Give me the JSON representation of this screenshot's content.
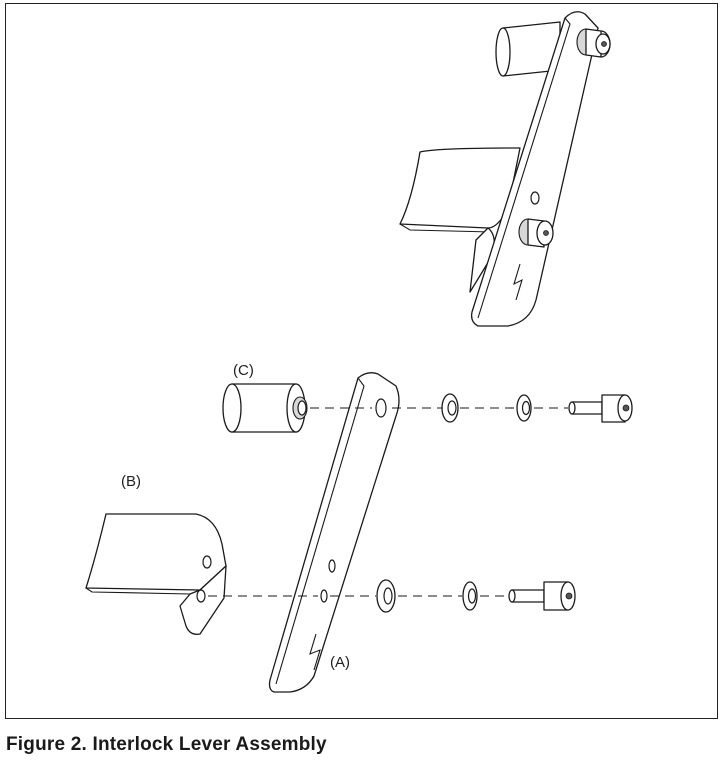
{
  "figure": {
    "caption": "Figure 2. Interlock Lever Assembly",
    "labels": {
      "a": "(A)",
      "b": "(B)",
      "c": "(C)"
    }
  }
}
